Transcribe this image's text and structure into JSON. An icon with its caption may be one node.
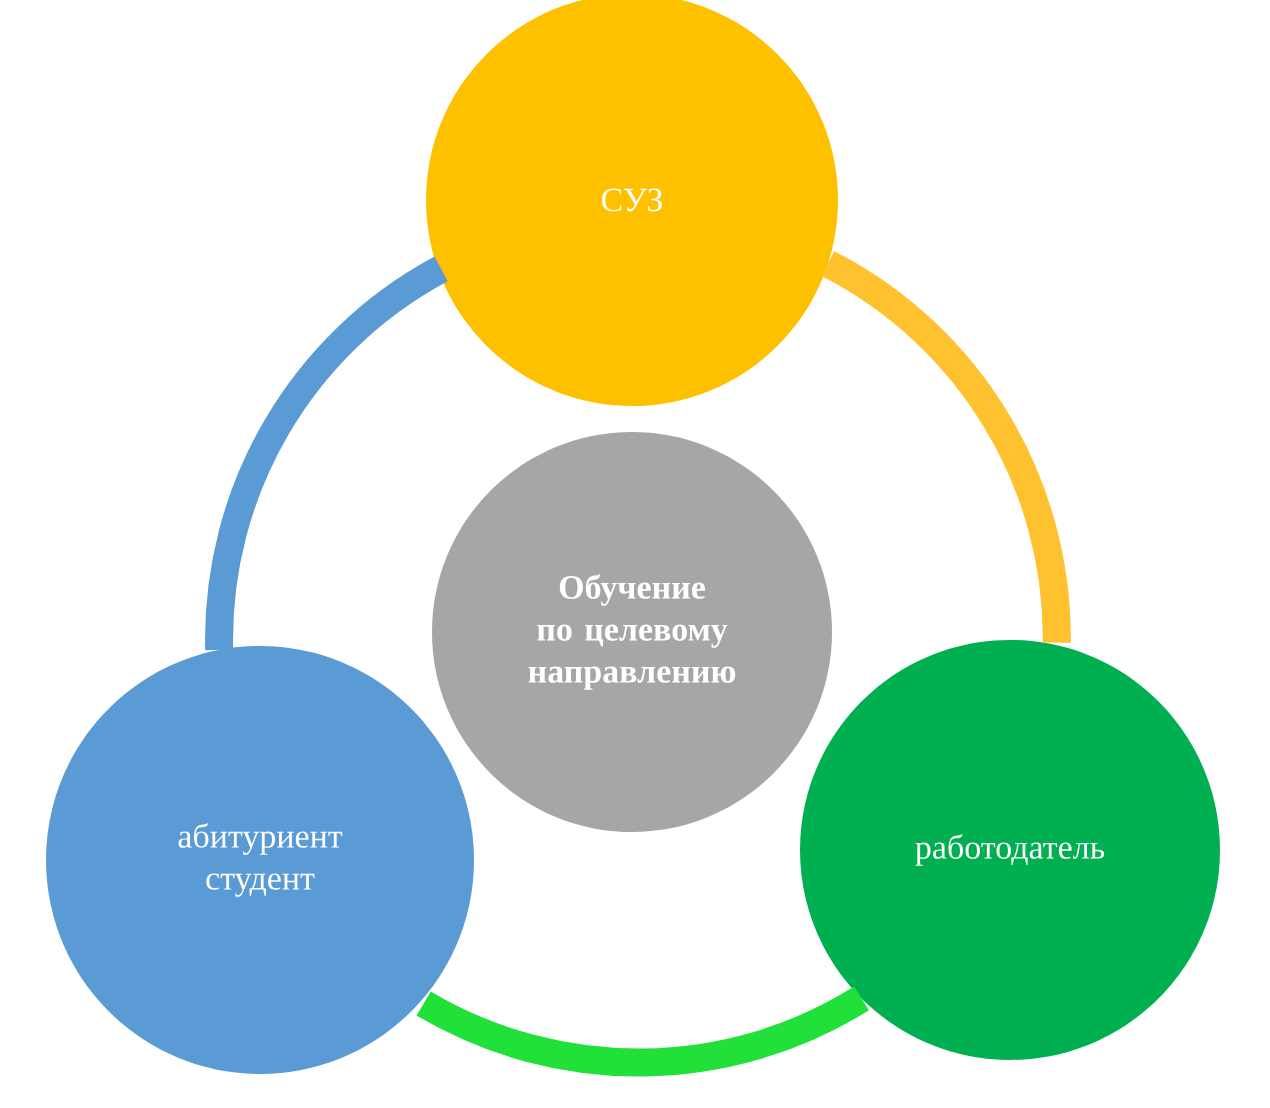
{
  "diagram": {
    "nodes": [
      {
        "text": [
          "Обучение по целевому направлению"
        ]
      },
      {
        "text": [
          "СУЗ"
        ]
      },
      {
        "text": [
          "абитуриент студент"
        ]
      },
      {
        "text": [
          "работодатель"
        ]
      }
    ],
    "edges": [
      {
        "from": 2,
        "to": 1,
        "arrow": "none",
        "color": "#5b9bd5"
      },
      {
        "from": 1,
        "to": 3,
        "arrow": "none",
        "color": "#ffc22e"
      },
      {
        "from": 3,
        "to": 2,
        "arrow": "none",
        "color": "#22e03a"
      }
    ]
  }
}
